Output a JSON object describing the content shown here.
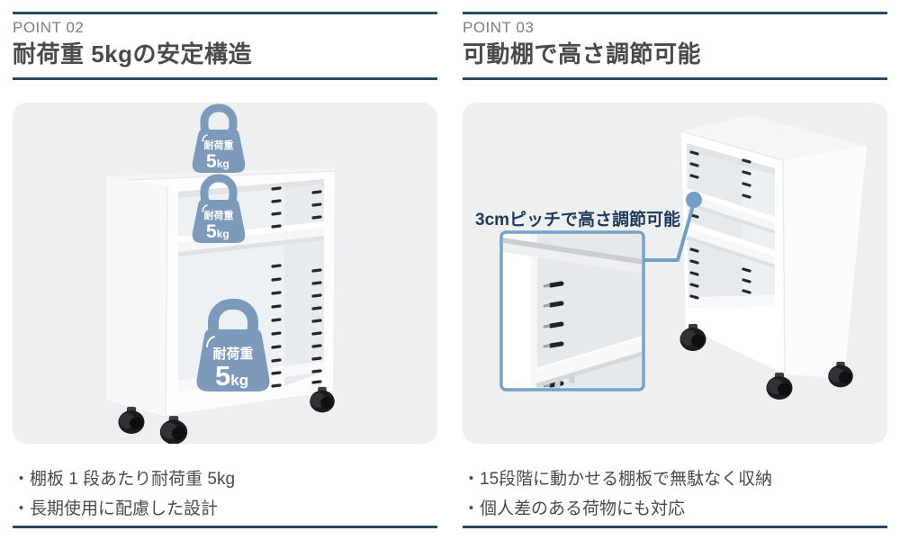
{
  "colors": {
    "accent_navy": "#2a4a64",
    "steel_blue": "#7d9aba",
    "connector_blue": "#719fc6",
    "panel_bg": "#eeeff0",
    "title_gray": "#4a4a4a",
    "point_label_gray": "#7e7e7e",
    "callout_navy": "#1e3a5a"
  },
  "sections": {
    "point02": {
      "label": "POINT 02",
      "title": "耐荷重 5kgの安定構造",
      "illustration": "white-cabinet-with-three-weight-icons",
      "weight_badge": {
        "label": "耐荷重",
        "value": "5",
        "unit": "kg"
      },
      "bullets": [
        "・棚板 1 段あたり耐荷重 5kg",
        "・長期使用に配慮した設計"
      ]
    },
    "point03": {
      "label": "POINT 03",
      "title": "可動棚で高さ調節可能",
      "illustration": "white-cabinet-with-shelf-pitch-closeup",
      "callout": "3cmピッチで高さ調節可能",
      "bullets": [
        "・15段階に動かせる棚板で無駄なく収納",
        "・個人差のある荷物にも対応"
      ]
    }
  }
}
